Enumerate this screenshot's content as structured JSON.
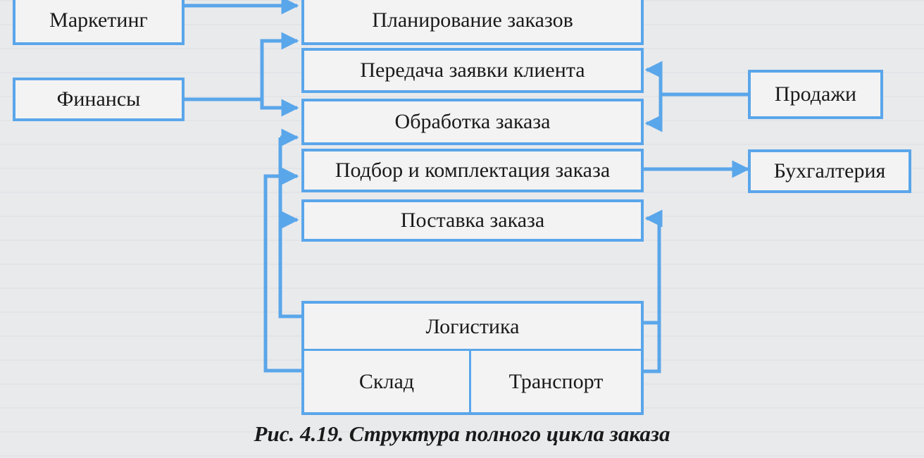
{
  "diagram": {
    "nodes": {
      "marketing": "Маркетинг",
      "finance": "Финансы",
      "order_planning": "Планирование заказов",
      "client_request": "Передача заявки клиента",
      "order_processing": "Обработка заказа",
      "picking": "Подбор и комплектация заказа",
      "delivery": "Поставка заказа",
      "sales": "Продажи",
      "accounting": "Бухгалтерия",
      "logistics": "Логистика",
      "warehouse": "Склад",
      "transport": "Транспорт"
    },
    "caption_label": "Рис. 4.19.",
    "caption_text": "Структура полного цикла заказа"
  },
  "colors": {
    "line": "#5aa6ea",
    "box_fill": "#f3f3f4",
    "paper": "#e9eaec"
  }
}
